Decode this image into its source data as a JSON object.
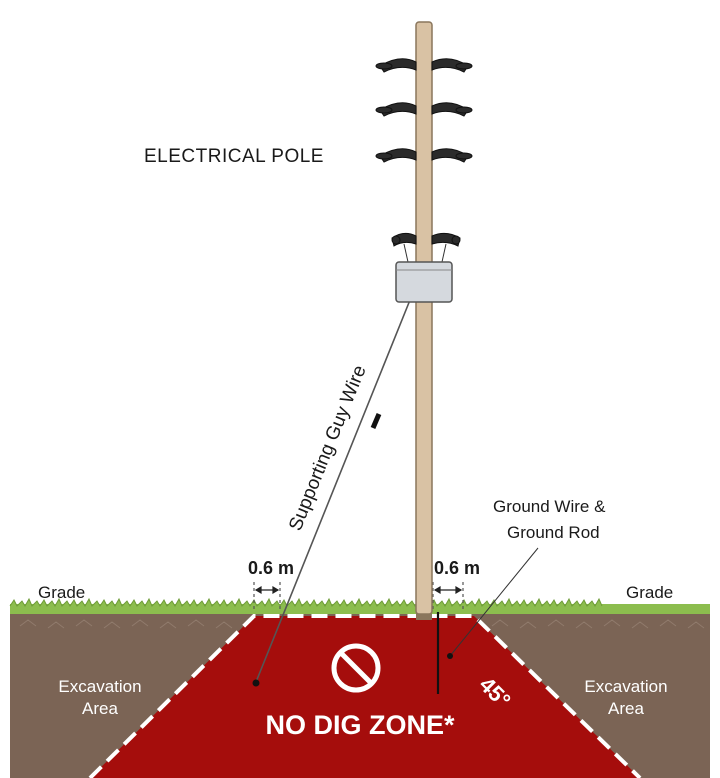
{
  "labels": {
    "pole": "ELECTRICAL POLE",
    "guy_wire": "Supporting Guy Wire",
    "ground_wire_line1": "Ground Wire &",
    "ground_wire_line2": "Ground Rod",
    "grade_left": "Grade",
    "grade_right": "Grade",
    "clearance_left": "0.6 m",
    "clearance_right": "0.6 m",
    "excavation_left_line1": "Excavation",
    "excavation_left_line2": "Area",
    "excavation_right_line1": "Excavation",
    "excavation_right_line2": "Area",
    "no_dig": "NO DIG ZONE*",
    "angle": "45°"
  },
  "colors": {
    "soil": "#7b6455",
    "no_dig_zone": "#a50d0c",
    "grass": "#8cbd4e",
    "pole": "#d9c2a4",
    "pole_outline": "#8a765c",
    "insulator": "#2b2b2b",
    "transformer": "#d5d9de",
    "dashed_border": "#ffffff"
  },
  "icons": {
    "no_dig": "prohibited-icon"
  }
}
